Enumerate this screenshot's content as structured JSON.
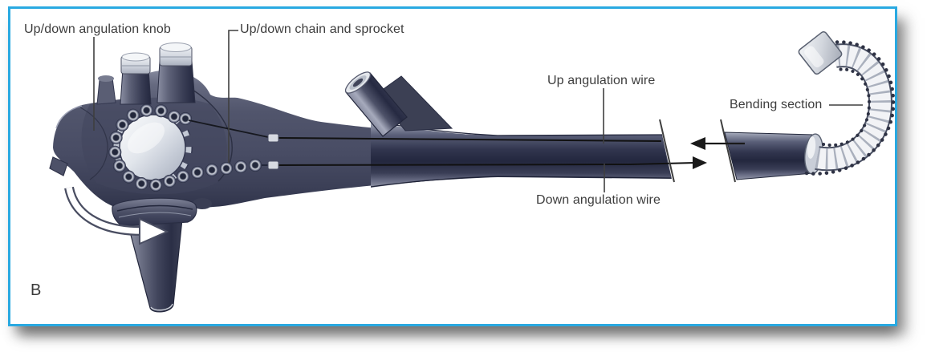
{
  "figure": {
    "panel_letter": "B",
    "labels": {
      "angulation_knob": "Up/down angulation knob",
      "chain_sprocket": "Up/down chain and sprocket",
      "up_wire": "Up angulation wire",
      "down_wire": "Down angulation wire",
      "bending_section": "Bending section"
    },
    "icons": {
      "rotation_arrow": "curved-clockwise-arrow",
      "up_wire_arrow": "arrow-left",
      "down_wire_arrow": "arrow-right"
    },
    "colors": {
      "frame_border": "#29a9e1",
      "body_main": "#4d5168",
      "metal_light": "#d9dde4",
      "chain_dark": "#23283c",
      "label_text": "#3d3d3d",
      "arrow_black": "#1a1a1a"
    }
  }
}
